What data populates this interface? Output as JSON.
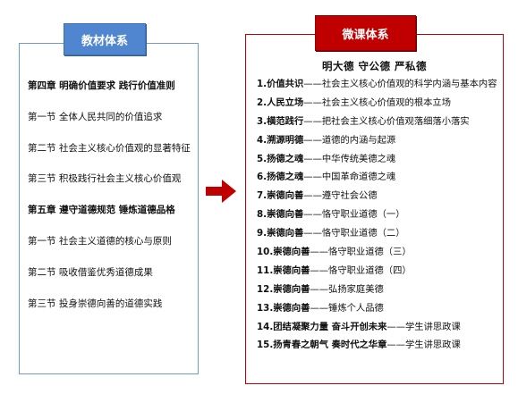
{
  "left_panel": {
    "title": "教材体系",
    "items": [
      {
        "text": "第四章  明确价值要求  践行价值准则",
        "type": "chapter"
      },
      {
        "text": "第一节  全体人民共同的价值追求",
        "type": "section"
      },
      {
        "text": "第二节  社会主义核心价值观的显著特征",
        "type": "section"
      },
      {
        "text": "第三节  积极践行社会主义核心价值观",
        "type": "section"
      },
      {
        "text": "第五章  遵守道德规范  锤炼道德品格",
        "type": "chapter"
      },
      {
        "text": "第一节  社会主义道德的核心与原则",
        "type": "section"
      },
      {
        "text": "第二节  吸收借鉴优秀道德成果",
        "type": "section"
      },
      {
        "text": "第三节  投身崇德向善的道德实践",
        "type": "section"
      }
    ]
  },
  "arrow": {
    "icon": "right-arrow-icon",
    "color": "#c00000"
  },
  "right_panel": {
    "title": "微课体系",
    "subtitle": "明大德  守公德  严私德",
    "items": [
      {
        "bold": "1.价值共识",
        "rest": "——社会主义核心价值观的科学内涵与基本内容"
      },
      {
        "bold": "2.人民立场",
        "rest": "——社会主义核心价值观的根本立场"
      },
      {
        "bold": "3.横范践行",
        "rest": "——把社会主义核心价值观落细落小落实"
      },
      {
        "bold": "4.溯源明德",
        "rest": "——道德的内涵与起源"
      },
      {
        "bold": "5.扬德之魂",
        "rest": "——中华传统美德之魂"
      },
      {
        "bold": "6.扬德之魂",
        "rest": "——中国革命道德之魂"
      },
      {
        "bold": "7.崇德向善",
        "rest": "——遵守社会公德"
      },
      {
        "bold": "8.崇德向善",
        "rest": "——恪守职业道德（一）"
      },
      {
        "bold": "9.崇德向善",
        "rest": "——恪守职业道德（二）"
      },
      {
        "bold": "10.崇德向善",
        "rest": "——恪守职业道德（三）"
      },
      {
        "bold": "11.崇德向善",
        "rest": "——恪守职业道德（四）"
      },
      {
        "bold": "12.崇德向善",
        "rest": "——弘扬家庭美德"
      },
      {
        "bold": "13.崇德向善",
        "rest": "——锤炼个人品德"
      },
      {
        "bold": "14.团结凝聚力量  奋斗开创未来",
        "rest": "——学生讲思政课"
      },
      {
        "bold": "15.扬青春之朝气  奏时代之华章",
        "rest": "——学生讲思政课"
      }
    ]
  },
  "colors": {
    "left_accent": "#4f86cf",
    "right_accent": "#c00000"
  }
}
